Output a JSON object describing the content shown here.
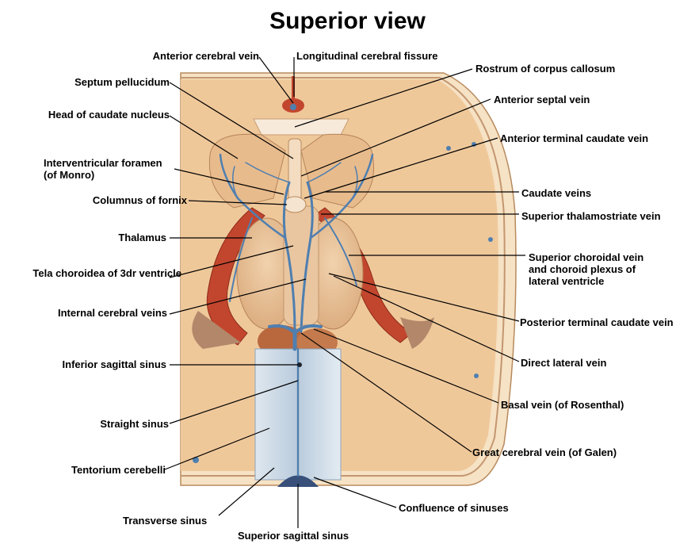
{
  "title": "Superior view",
  "labels": {
    "anterior_cerebral_vein": "Anterior cerebral vein",
    "longitudinal_cerebral_fissure": "Longitudinal cerebral fissure",
    "rostrum_of_corpus_callosum": "Rostrum of corpus callosum",
    "septum_pellucidum": "Septum pellucidum",
    "anterior_septal_vein": "Anterior septal vein",
    "head_of_caudate_nucleus": "Head of caudate nucleus",
    "anterior_terminal_caudate_vein": "Anterior terminal caudate vein",
    "interventricular_foramen": "Interventricular foramen\n(of Monro)",
    "caudate_veins": "Caudate veins",
    "columnus_of_fornix": "Columnus of fornix",
    "superior_thalamostriate_vein": "Superior thalamostriate vein",
    "thalamus": "Thalamus",
    "superior_choroidal_vein": "Superior choroidal vein\nand choroid plexus of\nlateral ventricle",
    "tela_choroidea": "Tela choroidea of 3dr ventricle",
    "internal_cerebral_veins": "Internal cerebral veins",
    "posterior_terminal_caudate_vein": "Posterior terminal caudate vein",
    "inferior_sagittal_sinus": "Inferior sagittal sinus",
    "direct_lateral_vein": "Direct lateral vein",
    "basal_vein": "Basal vein (of Rosenthal)",
    "straight_sinus": "Straight sinus",
    "great_cerebral_vein": "Great cerebral vein (of Galen)",
    "tentorium_cerebelli": "Tentorium cerebelli",
    "confluence_of_sinuses": "Confluence of sinuses",
    "transverse_sinus": "Transverse sinus",
    "superior_sagittal_sinus": "Superior sagittal sinus"
  },
  "colors": {
    "brain_tissue": "#efc89a",
    "thalamus": "#e8bf95",
    "bone": "#f6e2c4",
    "vein": "#4f7fb0",
    "choroid_plexus": "#c2462e",
    "sinus": "#c8d6e4",
    "leader_line": "#000000"
  }
}
